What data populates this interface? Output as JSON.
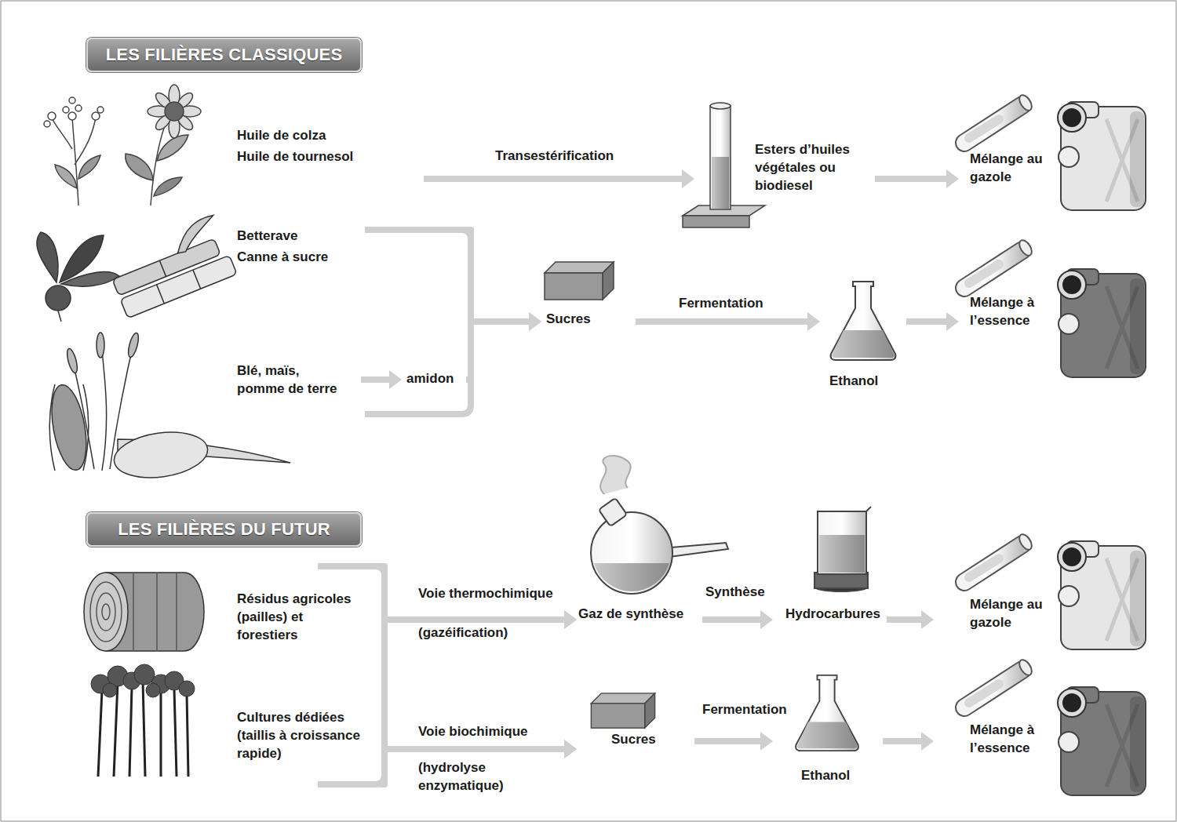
{
  "diagram": {
    "nodes": [
      {
        "text": [
          "LES FILIÈRES CLASSIQUES"
        ]
      },
      {
        "text": [
          "Huile de colza",
          "Huile de tournesol"
        ]
      },
      {
        "text": [
          "Esters d’huiles végétales ou biodiesel"
        ]
      },
      {
        "text": [
          "Mélange au gazole"
        ]
      },
      {
        "text": [
          "Betterave",
          "Canne à sucre"
        ]
      },
      {
        "text": [
          "Blé, maïs, pomme de terre"
        ]
      },
      {
        "text": [
          "amidon"
        ]
      },
      {
        "text": [
          "Sucres"
        ]
      },
      {
        "text": [
          "Ethanol"
        ]
      },
      {
        "text": [
          "Mélange à l’essence"
        ]
      },
      {
        "text": [
          "LES FILIÈRES DU FUTUR"
        ]
      },
      {
        "text": [
          "Résidus agricoles (pailles) et forestiers"
        ]
      },
      {
        "text": [
          "Cultures dédiées (taillis à croissance rapide)"
        ]
      },
      {
        "text": [
          "Gaz de synthèse"
        ]
      },
      {
        "text": [
          "Hydrocarbures"
        ]
      },
      {
        "text": [
          "Mélange au gazole"
        ]
      },
      {
        "text": [
          "Sucres"
        ]
      },
      {
        "text": [
          "Ethanol"
        ]
      },
      {
        "text": [
          "Mélange à l’essence"
        ]
      }
    ],
    "edges": [
      {
        "from": 1,
        "to": 2,
        "label": "Transestérification",
        "arrow": "to"
      },
      {
        "from": 2,
        "to": 3,
        "arrow": "to"
      },
      {
        "from": 4,
        "to": 7,
        "arrow": "to"
      },
      {
        "from": 5,
        "to": 6,
        "arrow": "to"
      },
      {
        "from": 6,
        "to": 7,
        "arrow": "to"
      },
      {
        "from": 7,
        "to": 8,
        "label": "Fermentation",
        "arrow": "to"
      },
      {
        "from": 8,
        "to": 9,
        "arrow": "to"
      },
      {
        "from": 11,
        "to": 13,
        "label": "Voie thermochimique",
        "arrow": "to"
      },
      {
        "from": 12,
        "to": 13,
        "arrow": "to"
      },
      {
        "from": 11,
        "to": 16,
        "arrow": "to"
      },
      {
        "from": 12,
        "to": 16,
        "label": "Voie biochimique",
        "arrow": "to"
      },
      {
        "from": 13,
        "to": 14,
        "label": "Synthèse",
        "arrow": "to"
      },
      {
        "from": 14,
        "to": 15,
        "arrow": "to"
      },
      {
        "from": 16,
        "to": 17,
        "label": "Fermentation",
        "arrow": "to"
      },
      {
        "from": 17,
        "to": 18,
        "arrow": "to"
      }
    ],
    "labels": [
      "(gazéification)",
      "(hydrolyse enzymatique)"
    ]
  }
}
